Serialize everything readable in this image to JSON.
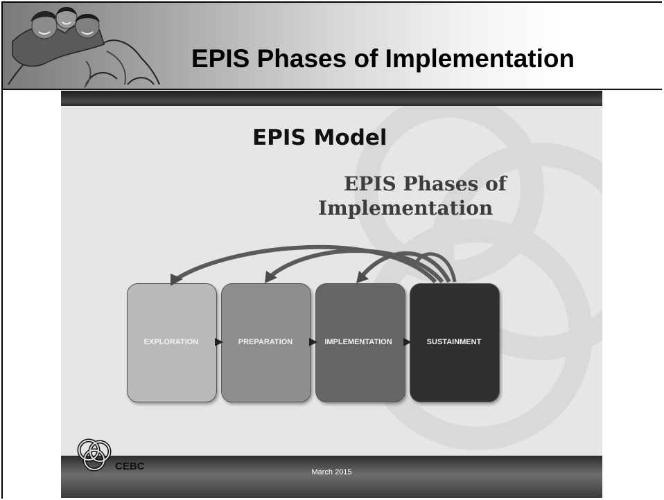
{
  "slide": {
    "title": "EPIS Phases of Implementation"
  },
  "inner_slide": {
    "title": "EPIS Model",
    "subtitle_line1": "EPIS Phases of",
    "subtitle_line2": "Implementation",
    "phases": [
      {
        "label": "EXPLORATION",
        "fill": "#b9b9b9"
      },
      {
        "label": "PREPARATION",
        "fill": "#8e8e8e"
      },
      {
        "label": "IMPLEMENTATION",
        "fill": "#666666"
      },
      {
        "label": "SUSTAINMENT",
        "fill": "#303030"
      }
    ],
    "footer": {
      "brand": "CEBC",
      "date": "March 2015"
    }
  }
}
